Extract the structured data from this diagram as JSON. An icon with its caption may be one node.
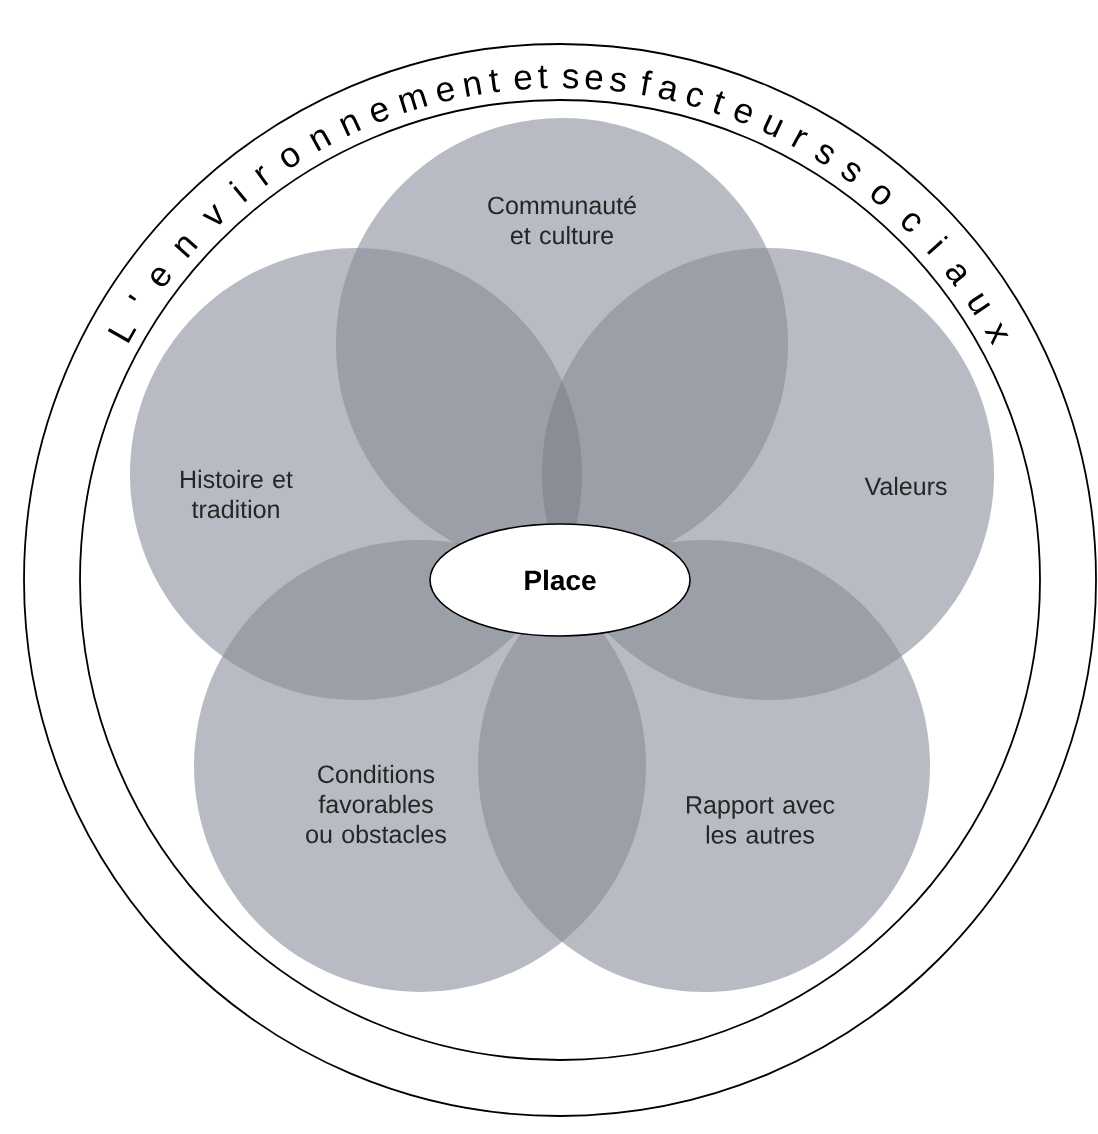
{
  "diagram": {
    "nodes": [
      {
        "text": [
          "L'environnement et ses facteurs sociaux"
        ]
      },
      {
        "text": [
          "Communauté et culture"
        ],
        "in": 0
      },
      {
        "text": [
          "Histoire et tradition"
        ],
        "in": 0
      },
      {
        "text": [
          "Valeurs"
        ],
        "in": 0
      },
      {
        "text": [
          "Place"
        ],
        "in": 0
      },
      {
        "text": [
          "Conditions favorables ou obstacles"
        ],
        "in": 0
      },
      {
        "text": [
          "Rapport avec les autres"
        ],
        "in": 0
      }
    ]
  }
}
